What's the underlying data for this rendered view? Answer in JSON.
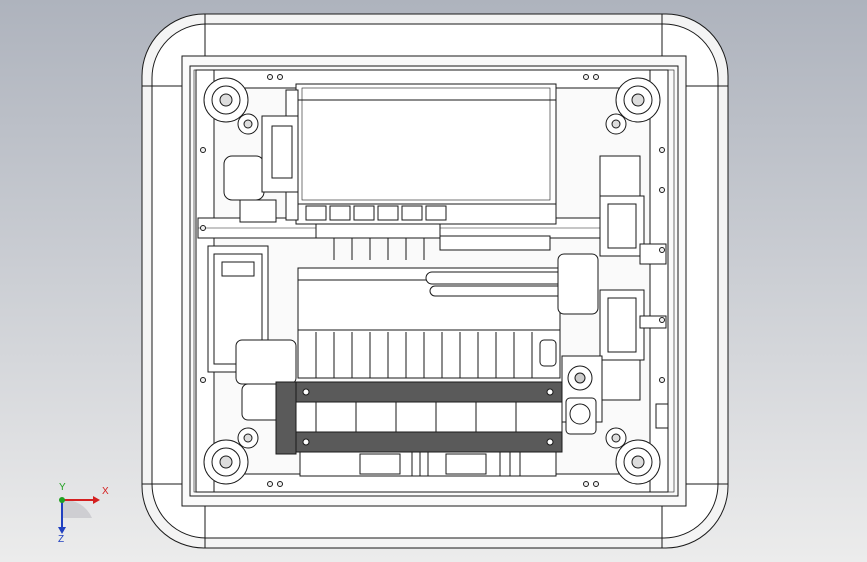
{
  "viewport": {
    "background_top": "#aeb3bd",
    "background_bottom": "#ececec"
  },
  "model": {
    "line_color": "#1a1a1a",
    "face_color": "#ffffff",
    "dark_bar_color": "#5a5a5a"
  },
  "triad": {
    "x_label": "X",
    "y_label": "Y",
    "z_label": "Z",
    "x_color": "#d42020",
    "y_color": "#20a020",
    "z_color": "#2040c0"
  }
}
